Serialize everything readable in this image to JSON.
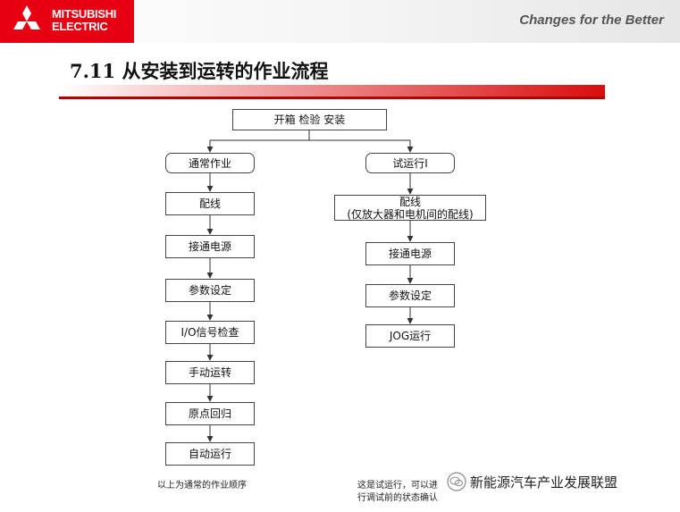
{
  "header": {
    "brand_line1": "MITSUBISHI",
    "brand_line2": "ELECTRIC",
    "tagline": "Changes for the Better",
    "brand_color": "#e60012"
  },
  "title": "7.11 从安装到运转的作业流程",
  "flow": {
    "root": "开箱 检验 安装",
    "left_branch": {
      "head": "通常作业",
      "steps": [
        "配线",
        "接通电源",
        "参数设定",
        "I/O信号检查",
        "手动运转",
        "原点回归",
        "自动运行"
      ]
    },
    "right_branch": {
      "head": "试运行I",
      "wiring_line1": "配线",
      "wiring_line2": "(仅放大器和电机间的配线)",
      "steps": [
        "接通电源",
        "参数设定",
        "JOG运行"
      ]
    }
  },
  "notes": {
    "left": "以上为通常的作业顺序",
    "right_line1": "这是试运行，可以进",
    "right_line2": "行调试前的状态确认"
  },
  "watermark": {
    "text": "新能源汽车产业发展联盟",
    "icon": "wechat-icon"
  }
}
